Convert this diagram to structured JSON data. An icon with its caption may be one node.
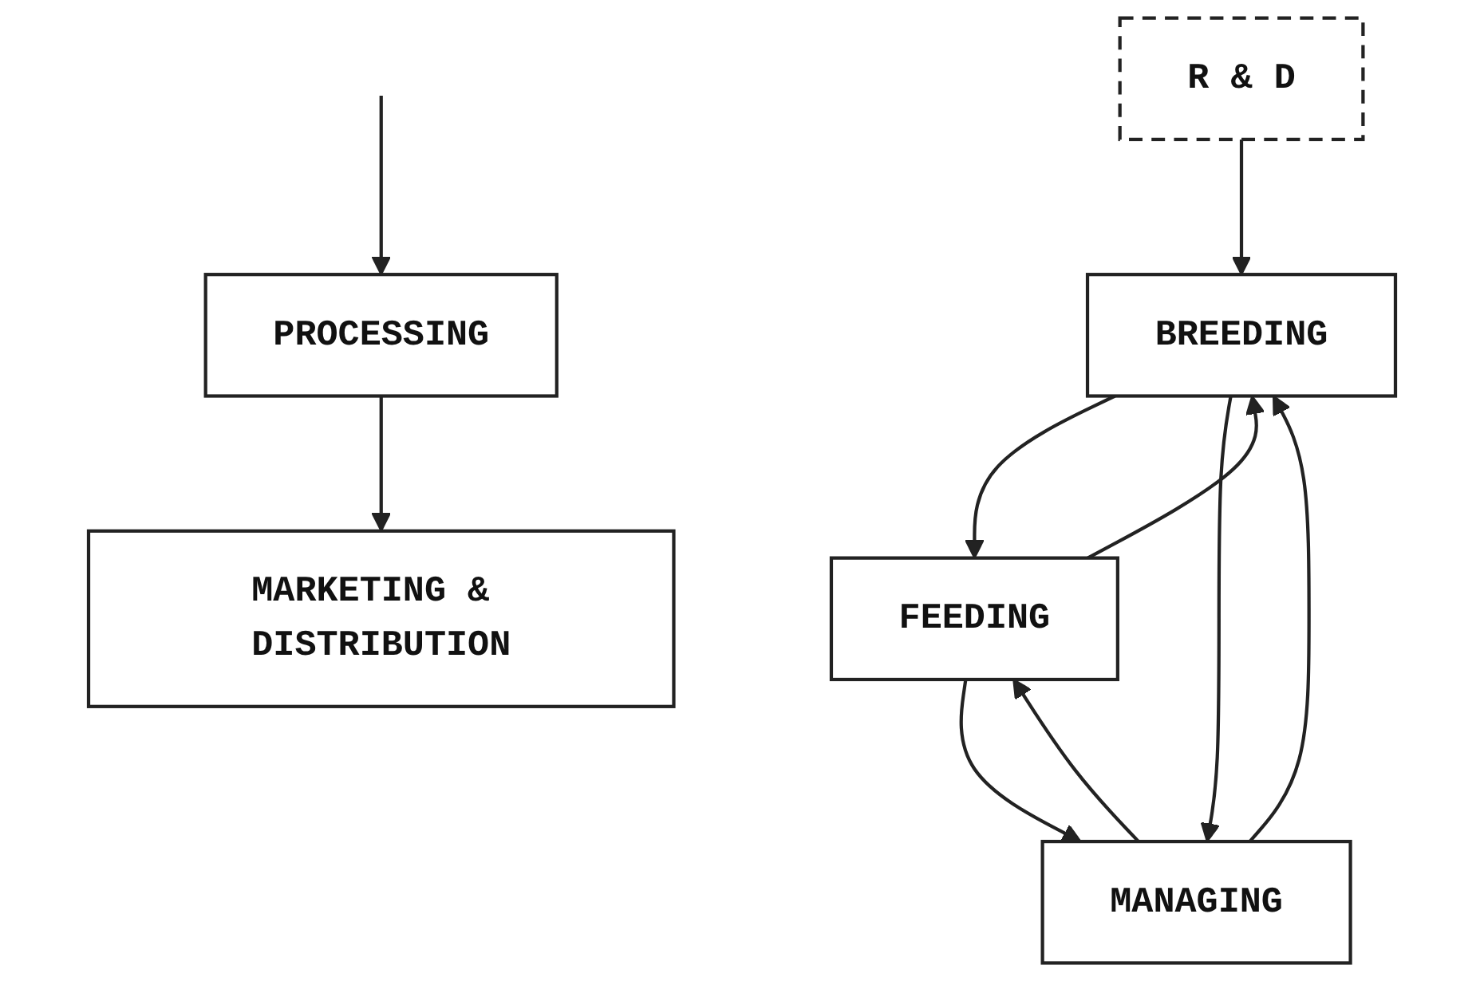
{
  "diagram": {
    "nodes": [
      {
        "text": [
          "BREEDING"
        ]
      },
      {
        "text": [
          "R & D"
        ]
      },
      {
        "text": [
          "FEEDING"
        ]
      },
      {
        "text": [
          "MANAGING"
        ]
      },
      {
        "text": [
          "PROCESSING"
        ]
      },
      {
        "text": [
          "MARKETING & DISTRIBUTION"
        ]
      }
    ],
    "edges": [
      {
        "from": 1,
        "to": 0,
        "arrow": "to"
      },
      {
        "from": 0,
        "to": 2,
        "arrow": "to"
      },
      {
        "from": 2,
        "to": 0,
        "arrow": "to"
      },
      {
        "from": 0,
        "to": 3,
        "arrow": "to"
      },
      {
        "from": 3,
        "to": 0,
        "arrow": "to"
      },
      {
        "from": 2,
        "to": 3,
        "arrow": "to"
      },
      {
        "from": 3,
        "to": 2,
        "arrow": "to"
      },
      {
        "from": null,
        "to": 4,
        "arrow": "to"
      },
      {
        "from": 4,
        "to": 5,
        "arrow": "to"
      }
    ]
  }
}
